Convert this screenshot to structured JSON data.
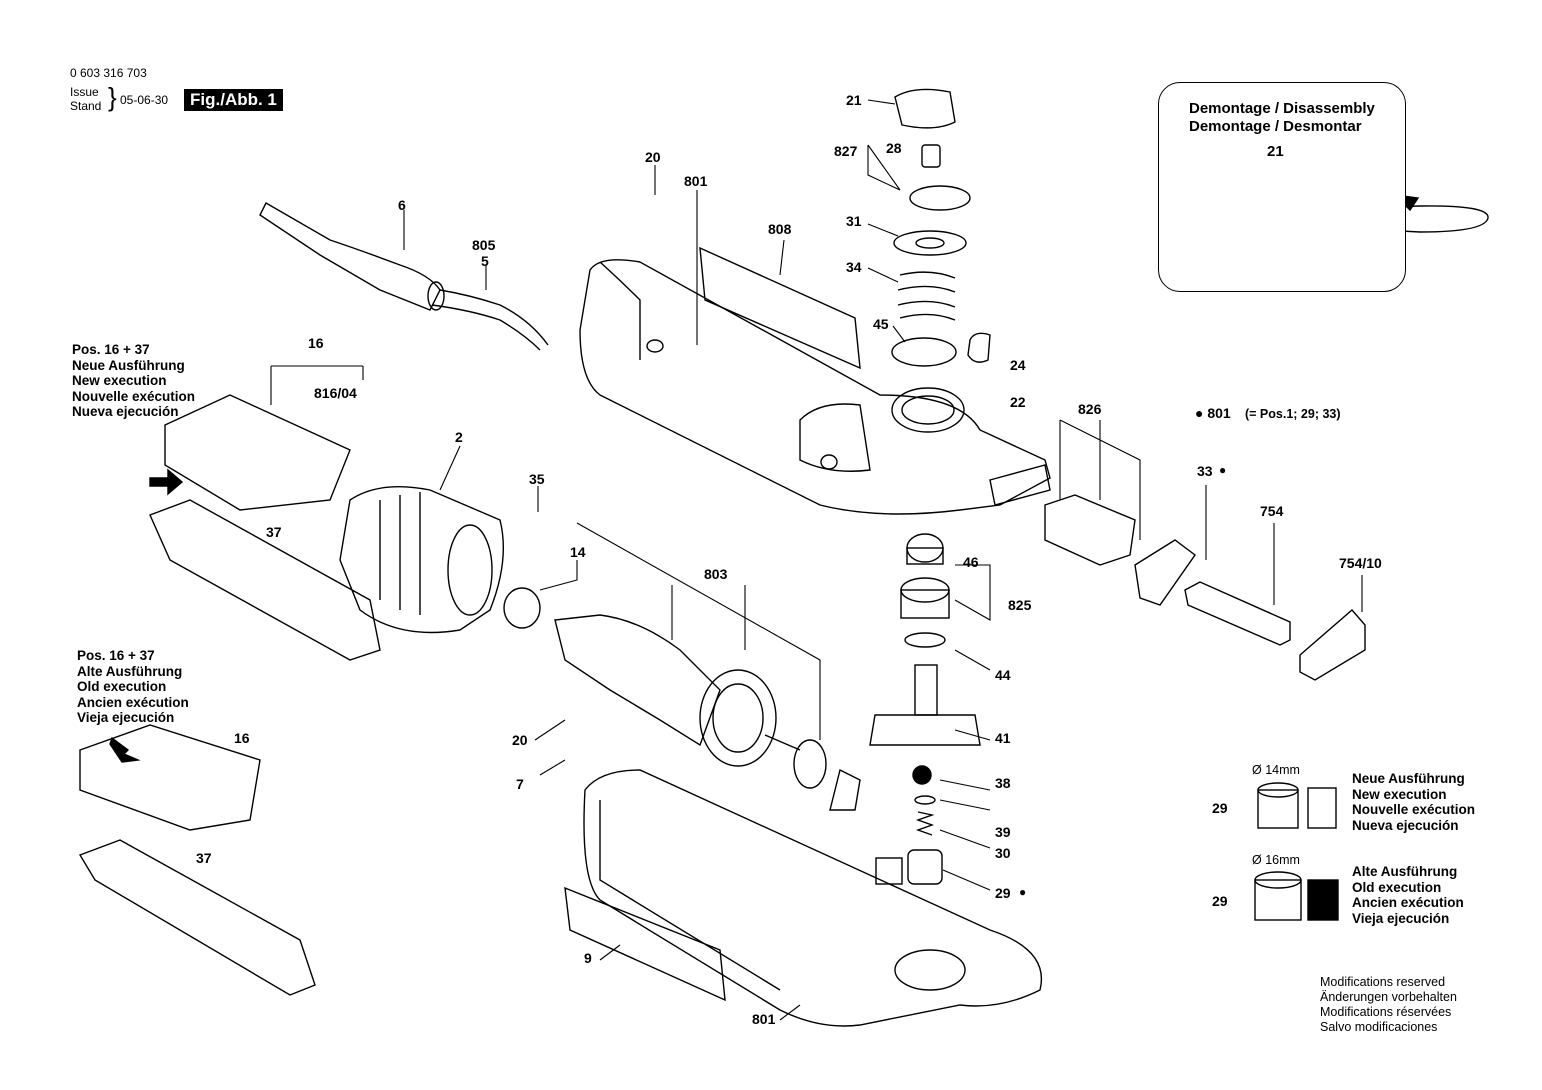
{
  "header": {
    "part_number": "0 603 316 703",
    "issue_label_1": "Issue",
    "issue_label_2": "Stand",
    "issue_date": "05-06-30",
    "figure_label": "Fig./Abb. 1"
  },
  "inset": {
    "title_line_1": "Demontage / Disassembly",
    "title_line_2": "Demontage / Desmontar",
    "callout": "21"
  },
  "notes": {
    "pos_801": "● 801",
    "pos_801_detail": "(= Pos.1; 29; 33)",
    "modifications": [
      "Modifications reserved",
      "Änderungen vorbehalten",
      "Modifications réservées",
      "Salvo modificaciones"
    ]
  },
  "blocks": {
    "new": {
      "title": "Pos. 16 + 37",
      "lines": [
        "Neue Ausführung",
        "New execution",
        "Nouvelle exécution",
        "Nueva ejecución"
      ]
    },
    "old": {
      "title": "Pos. 16 + 37",
      "lines": [
        "Alte Ausführung",
        "Old execution",
        "Ancien exécution",
        "Vieja ejecución"
      ]
    },
    "bearing_new": {
      "diameter": "Ø 14mm",
      "part": "29",
      "lines": [
        "Neue Ausführung",
        "New execution",
        "Nouvelle exécution",
        "Nueva ejecución"
      ]
    },
    "bearing_old": {
      "diameter": "Ø 16mm",
      "part": "29",
      "lines": [
        "Alte Ausführung",
        "Old execution",
        "Ancien exécution",
        "Vieja ejecución"
      ]
    }
  },
  "labels": {
    "p6": "6",
    "p805": "805",
    "p5": "5",
    "p16a": "16",
    "p816": "816/04",
    "p2": "2",
    "p35": "35",
    "p14": "14",
    "p37a": "37",
    "p803": "803",
    "p20a": "20",
    "p801a": "801",
    "p808": "808",
    "p21": "21",
    "p827": "827",
    "p28": "28",
    "p31": "31",
    "p34": "34",
    "p45": "45",
    "p24": "24",
    "p22": "22",
    "p826": "826",
    "p33": "33",
    "p754": "754",
    "p754_10": "754/10",
    "p46": "46",
    "p825": "825",
    "p44": "44",
    "p41": "41",
    "p38": "38",
    "p39": "39",
    "p30": "30",
    "p29": "29",
    "p16b": "16",
    "p37b": "37",
    "p20b": "20",
    "p7": "7",
    "p9": "9",
    "p801b": "801"
  }
}
